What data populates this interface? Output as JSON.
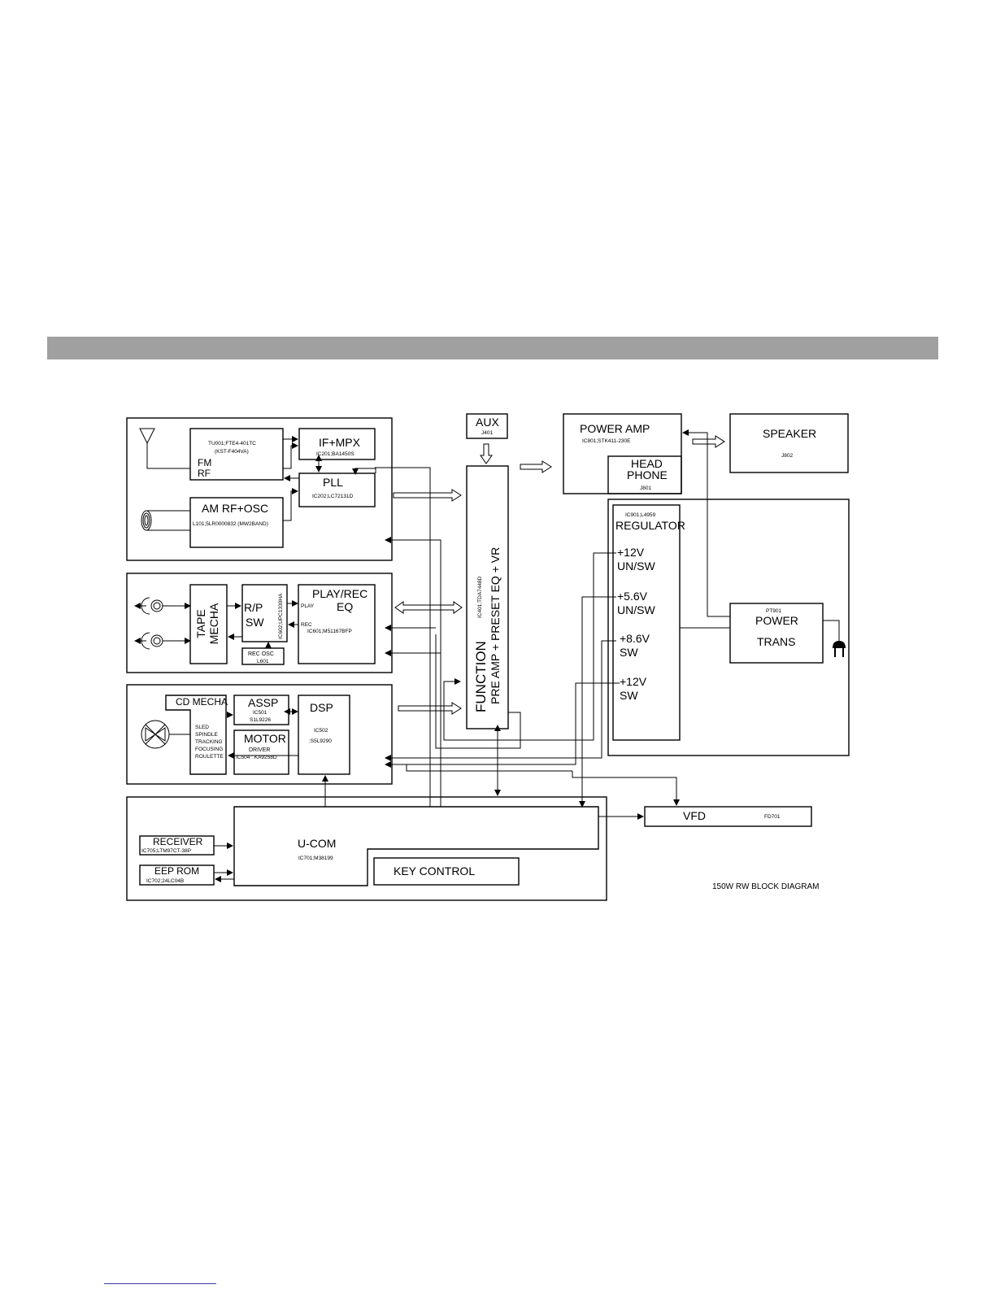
{
  "diagram_title": "150W RW BLOCK DIAGRAM",
  "tuner": {
    "tuner_part": "TU001;FTE4-401TC",
    "tuner_part_alt": "(KST-F404VA)",
    "fm_label": "FM",
    "rf_label": "RF",
    "if_mpx": "IF+MPX",
    "if_mpx_part": "IC201;BA1450S",
    "pll": "PLL",
    "pll_part": "IC202;LC72131D",
    "am_rf_osc": "AM RF+OSC",
    "am_part": "L101;5LR0000832 (MW2BAND)"
  },
  "tape": {
    "tape_mecha_1": "TAPE",
    "tape_mecha_2": "MECHA",
    "rp_sw_1": "R/P",
    "rp_sw_2": "SW",
    "rp_sw_part": "IC602;UPC1330HA",
    "play": "PLAY",
    "rec": "REC",
    "rec_osc": "REC OSC",
    "rec_osc_part": "L601",
    "play_rec_eq_1": "PLAY/REC",
    "play_rec_eq_2": "EQ",
    "play_rec_eq_part": "IC601;M51167BFP"
  },
  "cd": {
    "cd_mecha": "CD MECHA",
    "cd_items": [
      "SLED",
      "SPINDLE",
      "TRACKING",
      "FOCUSING",
      "ROULETTE"
    ],
    "assp": "ASSP",
    "assp_part_1": "IC501",
    "assp_part_2": "S1L9226",
    "motor_driver_1": "MOTOR",
    "motor_driver_2": "DRIVER",
    "motor_driver_part": "IC504 : KA9258D",
    "dsp": "DSP",
    "dsp_part_1": "IC502",
    "dsp_part_2": ";S5L9290"
  },
  "function_block": {
    "line_1": "FUNCTION",
    "line_2": "PRE AMP  +  PRESET EQ  +  VR",
    "part": "IC401;TDA7448D"
  },
  "aux": {
    "label": "AUX",
    "part": "J401"
  },
  "power_amp": {
    "label": "POWER AMP",
    "part": "IC801;STK411-230E",
    "headphone_1": "HEAD",
    "headphone_2": "PHONE",
    "headphone_part": "J801"
  },
  "speaker": {
    "label": "SPEAKER",
    "part": "J802"
  },
  "regulator": {
    "part": "IC901;L4959",
    "label": "REGULATOR",
    "rails": [
      {
        "voltage": "+12V",
        "mode": "UN/SW"
      },
      {
        "voltage": "+5.6V",
        "mode": "UN/SW"
      },
      {
        "voltage": "+8.6V",
        "mode": "SW"
      },
      {
        "voltage": "+12V",
        "mode": "SW"
      }
    ]
  },
  "power_trans": {
    "part": "PT901",
    "line_1": "POWER",
    "line_2": "TRANS"
  },
  "micom": {
    "ucom": "U-COM",
    "ucom_part": "IC701;M38199",
    "receiver": "RECEIVER",
    "receiver_part": "IC705;LTM97CT-38P",
    "eeprom": "EEP ROM",
    "eeprom_part": "IC702;24LC04B",
    "key_control": "KEY CONTROL"
  },
  "vfd": {
    "label": "VFD",
    "part": "FD701"
  }
}
